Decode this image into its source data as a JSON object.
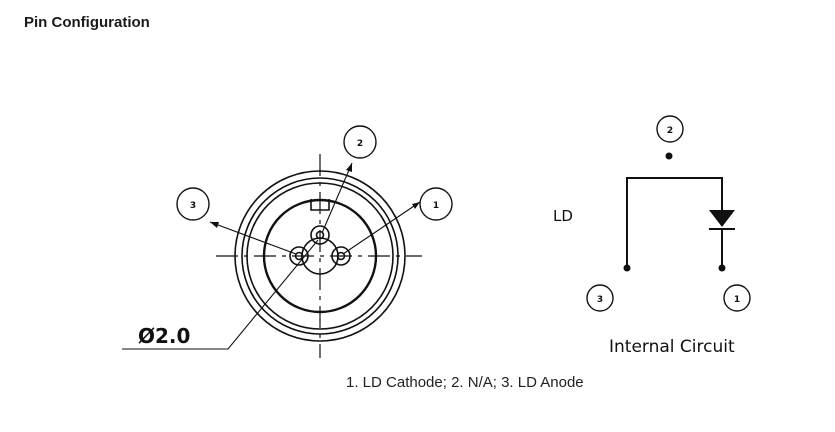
{
  "title": "Pin Configuration",
  "package_view": {
    "pin_labels": [
      "3",
      "2",
      "1"
    ],
    "dimension": "Ø2.0"
  },
  "circuit": {
    "device_label": "LD",
    "pin_top": "2",
    "pin_left": "3",
    "pin_right": "1",
    "caption": "Internal Circuit"
  },
  "pin_description": "1. LD Cathode; 2. N/A; 3. LD Anode",
  "colors": {
    "line": "#111111",
    "text": "#1a1a1a"
  }
}
